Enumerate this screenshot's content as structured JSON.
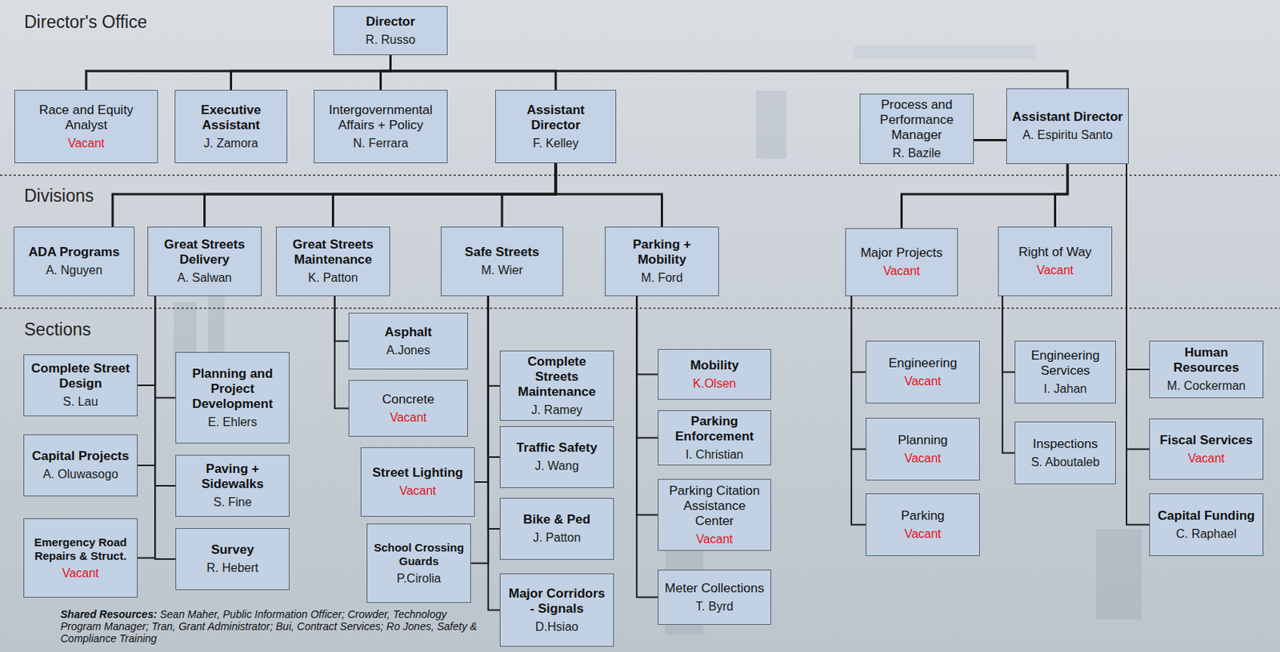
{
  "diagram": {
    "nodes": [
      {
        "text": [
          "Director",
          "R. Russo"
        ]
      },
      {
        "text": [
          "Race and Equity Analyst",
          "Vacant"
        ]
      },
      {
        "text": [
          "Executive Assistant",
          "J. Zamora"
        ]
      },
      {
        "text": [
          "Intergovernmental Affairs + Policy",
          "N. Ferrara"
        ]
      },
      {
        "text": [
          "Assistant Director",
          "F. Kelley"
        ]
      },
      {
        "text": [
          "Process and Performance Manager",
          "R. Bazile"
        ]
      },
      {
        "text": [
          "Assistant Director",
          "A. Espiritu Santo"
        ]
      },
      {
        "text": [
          "ADA Programs",
          "A. Nguyen"
        ]
      },
      {
        "text": [
          "Great Streets Delivery",
          "A. Salwan"
        ]
      },
      {
        "text": [
          "Great Streets Maintenance",
          "K. Patton"
        ]
      },
      {
        "text": [
          "Safe Streets",
          "M. Wier"
        ]
      },
      {
        "text": [
          "Parking + Mobility",
          "M. Ford"
        ]
      },
      {
        "text": [
          "Major Projects",
          "Vacant"
        ]
      },
      {
        "text": [
          "Right of Way",
          "Vacant"
        ]
      },
      {
        "text": [
          "Complete Street Design",
          "S. Lau"
        ]
      },
      {
        "text": [
          "Planning and Project Development",
          "E. Ehlers"
        ]
      },
      {
        "text": [
          "Capital Projects",
          "A. Oluwasogo"
        ]
      },
      {
        "text": [
          "Paving + Sidewalks",
          "S. Fine"
        ]
      },
      {
        "text": [
          "Emergency Road Repairs & Struct.",
          "Vacant"
        ]
      },
      {
        "text": [
          "Survey",
          "R. Hebert"
        ]
      },
      {
        "text": [
          "Asphalt",
          "A.Jones"
        ]
      },
      {
        "text": [
          "Concrete",
          "Vacant"
        ]
      },
      {
        "text": [
          "Complete Streets Maintenance",
          "J. Ramey"
        ]
      },
      {
        "text": [
          "Street Lighting",
          "Vacant"
        ]
      },
      {
        "text": [
          "Traffic Safety",
          "J. Wang"
        ]
      },
      {
        "text": [
          "School Crossing Guards",
          "P.Cirolia"
        ]
      },
      {
        "text": [
          "Bike & Ped",
          "J. Patton"
        ]
      },
      {
        "text": [
          "Major Corridors - Signals",
          "D.Hsiao"
        ]
      },
      {
        "text": [
          "Mobility",
          "K.Olsen"
        ]
      },
      {
        "text": [
          "Parking Enforcement",
          "I. Christian"
        ]
      },
      {
        "text": [
          "Parking Citation Assistance Center",
          "Vacant"
        ]
      },
      {
        "text": [
          "Meter Collections",
          "T. Byrd"
        ]
      },
      {
        "text": [
          "Engineering",
          "Vacant"
        ]
      },
      {
        "text": [
          "Planning",
          "Vacant"
        ]
      },
      {
        "text": [
          "Parking",
          "Vacant"
        ]
      },
      {
        "text": [
          "Engineering Services",
          "I. Jahan"
        ]
      },
      {
        "text": [
          "Inspections",
          "S. Aboutaleb"
        ]
      },
      {
        "text": [
          "Human Resources",
          "M. Cockerman"
        ]
      },
      {
        "text": [
          "Fiscal Services",
          "Vacant"
        ]
      },
      {
        "text": [
          "Capital Funding",
          "C. Raphael"
        ]
      }
    ],
    "edges": [
      {
        "from": 0,
        "to": 1,
        "arrow": "none"
      },
      {
        "from": 0,
        "to": 2,
        "arrow": "none"
      },
      {
        "from": 0,
        "to": 3,
        "arrow": "none"
      },
      {
        "from": 0,
        "to": 4,
        "arrow": "none"
      },
      {
        "from": 0,
        "to": 6,
        "arrow": "none"
      },
      {
        "from": 6,
        "to": 5,
        "arrow": "none"
      },
      {
        "from": 4,
        "to": 7,
        "arrow": "none"
      },
      {
        "from": 4,
        "to": 8,
        "arrow": "none"
      },
      {
        "from": 4,
        "to": 9,
        "arrow": "none"
      },
      {
        "from": 4,
        "to": 10,
        "arrow": "none"
      },
      {
        "from": 4,
        "to": 11,
        "arrow": "none"
      },
      {
        "from": 6,
        "to": 12,
        "arrow": "none"
      },
      {
        "from": 6,
        "to": 13,
        "arrow": "none"
      },
      {
        "from": 6,
        "to": 37,
        "arrow": "none"
      },
      {
        "from": 6,
        "to": 38,
        "arrow": "none"
      },
      {
        "from": 6,
        "to": 39,
        "arrow": "none"
      },
      {
        "from": 8,
        "to": 14,
        "arrow": "none"
      },
      {
        "from": 8,
        "to": 15,
        "arrow": "none"
      },
      {
        "from": 8,
        "to": 16,
        "arrow": "none"
      },
      {
        "from": 8,
        "to": 17,
        "arrow": "none"
      },
      {
        "from": 8,
        "to": 18,
        "arrow": "none"
      },
      {
        "from": 8,
        "to": 19,
        "arrow": "none"
      },
      {
        "from": 9,
        "to": 20,
        "arrow": "none"
      },
      {
        "from": 9,
        "to": 21,
        "arrow": "none"
      },
      {
        "from": 10,
        "to": 22,
        "arrow": "none"
      },
      {
        "from": 10,
        "to": 23,
        "arrow": "none"
      },
      {
        "from": 10,
        "to": 24,
        "arrow": "none"
      },
      {
        "from": 10,
        "to": 25,
        "arrow": "none"
      },
      {
        "from": 10,
        "to": 26,
        "arrow": "none"
      },
      {
        "from": 10,
        "to": 27,
        "arrow": "none"
      },
      {
        "from": 11,
        "to": 28,
        "arrow": "none"
      },
      {
        "from": 11,
        "to": 29,
        "arrow": "none"
      },
      {
        "from": 11,
        "to": 30,
        "arrow": "none"
      },
      {
        "from": 11,
        "to": 31,
        "arrow": "none"
      },
      {
        "from": 12,
        "to": 32,
        "arrow": "none"
      },
      {
        "from": 12,
        "to": 33,
        "arrow": "none"
      },
      {
        "from": 12,
        "to": 34,
        "arrow": "none"
      },
      {
        "from": 13,
        "to": 35,
        "arrow": "none"
      },
      {
        "from": 13,
        "to": 36,
        "arrow": "none"
      }
    ],
    "labels": [
      "Director's Office",
      "Divisions",
      "Sections",
      "Shared Resources:",
      "Sean Maher, Public Information Officer; Crowder, Technology Program Manager; Tran, Grant Administrator; Bui, Contract Services; Ro Jones, Safety & Compliance Training"
    ]
  }
}
